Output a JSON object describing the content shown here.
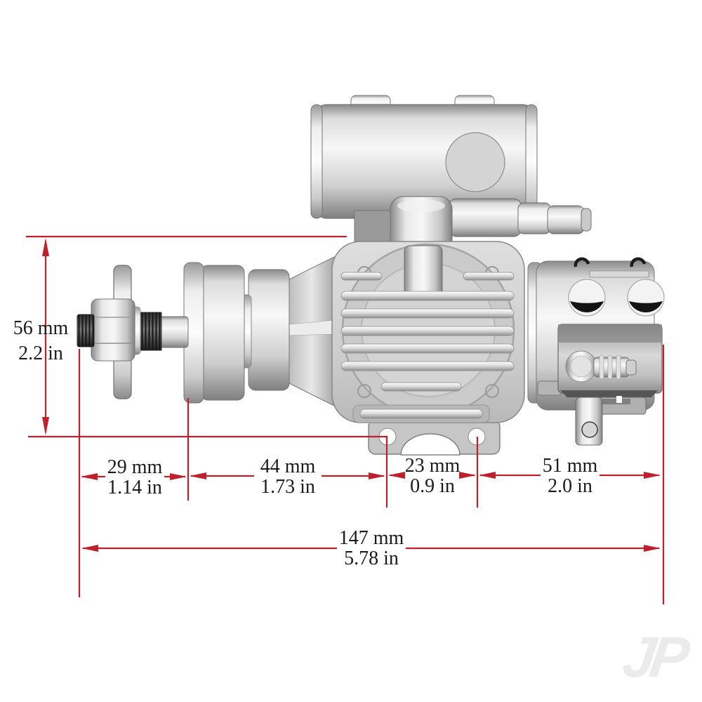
{
  "diagram": {
    "title": "Engine side-view dimensional drawing",
    "watermark_text": "JP",
    "accent_color": "#c0202c",
    "text_color": "#1b1b1b"
  },
  "dimensions": {
    "overall_height": {
      "mm": "56 mm",
      "in": "2.2 in"
    },
    "prop_shaft": {
      "mm": "29 mm",
      "in": "1.14 in"
    },
    "hub_to_mount": {
      "mm": "44 mm",
      "in": "1.73 in"
    },
    "mount_span": {
      "mm": "23 mm",
      "in": "0.9 in"
    },
    "mount_to_rear": {
      "mm": "51 mm",
      "in": "2.0 in"
    },
    "overall_length": {
      "mm": "147 mm",
      "in": "5.78 in"
    }
  }
}
